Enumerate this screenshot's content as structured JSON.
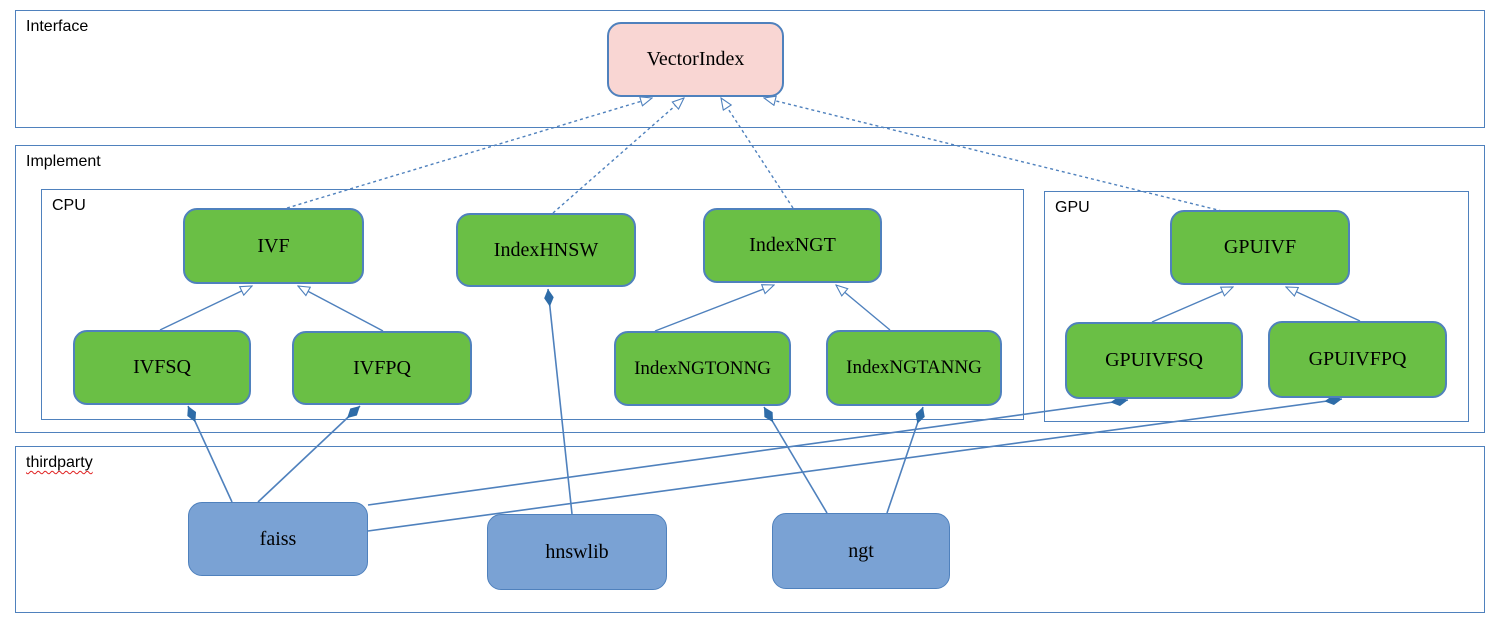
{
  "diagram": {
    "containers": {
      "interface": {
        "label": "Interface"
      },
      "implement": {
        "label": "Implement"
      },
      "cpu": {
        "label": "CPU"
      },
      "gpu": {
        "label": "GPU"
      },
      "thirdparty": {
        "label": "thirdparty",
        "spellcheck_squiggle": true
      }
    },
    "nodes": {
      "vectorindex": {
        "label": "VectorIndex",
        "group": "interface"
      },
      "ivf": {
        "label": "IVF",
        "group": "implement-cpu"
      },
      "indexhnsw": {
        "label": "IndexHNSW",
        "group": "implement-cpu"
      },
      "indexngt": {
        "label": "IndexNGT",
        "group": "implement-cpu"
      },
      "ivfsq": {
        "label": "IVFSQ",
        "group": "implement-cpu"
      },
      "ivfpq": {
        "label": "IVFPQ",
        "group": "implement-cpu"
      },
      "indexngtonng": {
        "label": "IndexNGTONNG",
        "group": "implement-cpu"
      },
      "indexngtanng": {
        "label": "IndexNGTANNG",
        "group": "implement-cpu"
      },
      "gpuivf": {
        "label": "GPUIVF",
        "group": "implement-gpu"
      },
      "gpuivfsq": {
        "label": "GPUIVFSQ",
        "group": "implement-gpu"
      },
      "gpuivfpq": {
        "label": "GPUIVFPQ",
        "group": "implement-gpu"
      },
      "faiss": {
        "label": "faiss",
        "group": "thirdparty"
      },
      "hnswlib": {
        "label": "hnswlib",
        "group": "thirdparty"
      },
      "ngt": {
        "label": "ngt",
        "group": "thirdparty"
      }
    },
    "edges": [
      {
        "from": "ivf",
        "to": "vectorindex",
        "type": "realization"
      },
      {
        "from": "indexhnsw",
        "to": "vectorindex",
        "type": "realization"
      },
      {
        "from": "indexngt",
        "to": "vectorindex",
        "type": "realization"
      },
      {
        "from": "gpuivf",
        "to": "vectorindex",
        "type": "realization"
      },
      {
        "from": "ivfsq",
        "to": "ivf",
        "type": "inheritance"
      },
      {
        "from": "ivfpq",
        "to": "ivf",
        "type": "inheritance"
      },
      {
        "from": "indexngtonng",
        "to": "indexngt",
        "type": "inheritance"
      },
      {
        "from": "indexngtanng",
        "to": "indexngt",
        "type": "inheritance"
      },
      {
        "from": "gpuivfsq",
        "to": "gpuivf",
        "type": "inheritance"
      },
      {
        "from": "gpuivfpq",
        "to": "gpuivf",
        "type": "inheritance"
      },
      {
        "from": "ivfsq",
        "to": "faiss",
        "type": "composition"
      },
      {
        "from": "ivfpq",
        "to": "faiss",
        "type": "composition"
      },
      {
        "from": "indexhnsw",
        "to": "hnswlib",
        "type": "composition"
      },
      {
        "from": "indexngtonng",
        "to": "ngt",
        "type": "composition"
      },
      {
        "from": "indexngtanng",
        "to": "ngt",
        "type": "composition"
      },
      {
        "from": "gpuivfsq",
        "to": "faiss",
        "type": "composition"
      },
      {
        "from": "gpuivfpq",
        "to": "faiss",
        "type": "composition"
      }
    ]
  },
  "colors": {
    "line": "#4f81bd",
    "container_border": "#4f81bd",
    "interface_node_fill": "#f9d6d3",
    "implement_node_fill": "#6abf45",
    "thirdparty_node_fill": "#7aa2d4",
    "composition_diamond": "#2e6ca8"
  }
}
